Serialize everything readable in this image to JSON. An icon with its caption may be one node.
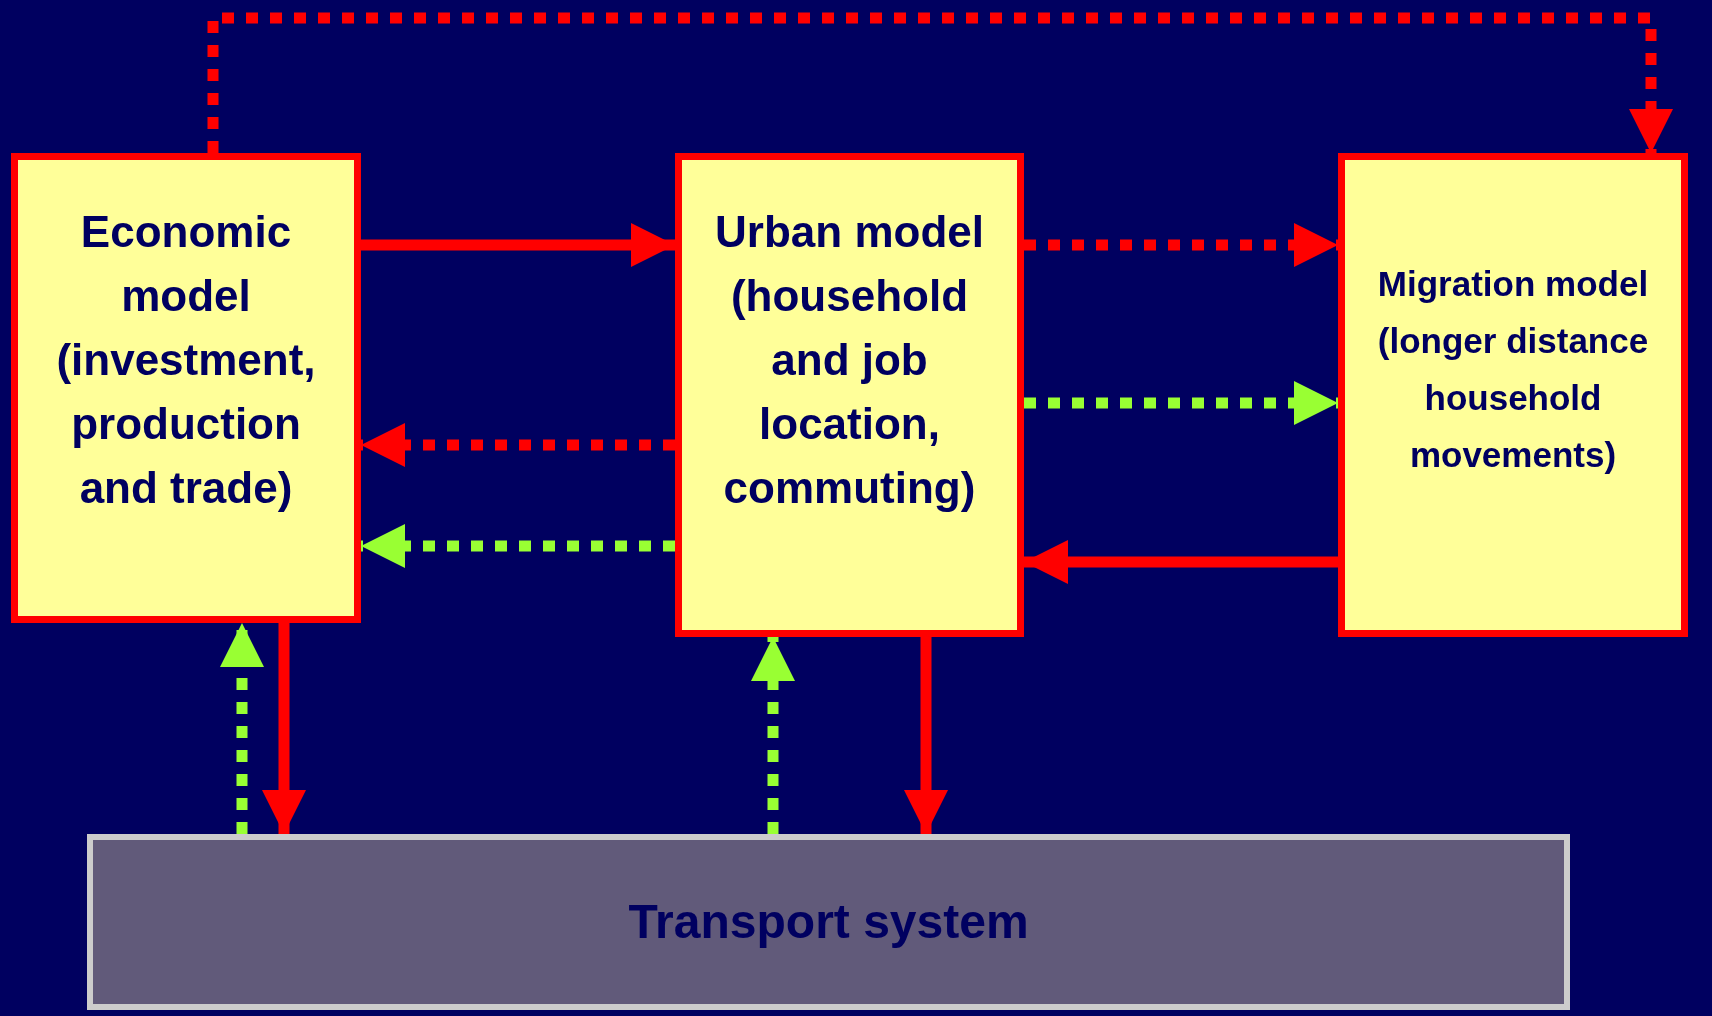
{
  "diagram": {
    "nodes": [
      {
        "text": [
          "Economic model (investment, production and trade)"
        ]
      },
      {
        "text": [
          "Urban model (household and job location, commuting)"
        ]
      },
      {
        "text": [
          "Migration model (longer distance household movements)"
        ]
      },
      {
        "text": [
          "Transport system"
        ]
      }
    ],
    "edges": [
      {
        "from": 0,
        "to": 2,
        "arrow": "to",
        "style": "dashed"
      },
      {
        "from": 0,
        "to": 1,
        "arrow": "to"
      },
      {
        "from": 1,
        "to": 2,
        "arrow": "to",
        "style": "dashed"
      },
      {
        "from": 1,
        "to": 2,
        "arrow": "to",
        "style": "dashed",
        "color": "#99ff33"
      },
      {
        "from": 1,
        "to": 0,
        "arrow": "to",
        "style": "dashed"
      },
      {
        "from": 1,
        "to": 0,
        "arrow": "to",
        "style": "dashed",
        "color": "#99ff33"
      },
      {
        "from": 2,
        "to": 1,
        "arrow": "to"
      },
      {
        "from": 0,
        "to": 3,
        "arrow": "to"
      },
      {
        "from": 3,
        "to": 0,
        "arrow": "to",
        "style": "dashed",
        "color": "#99ff33"
      },
      {
        "from": 3,
        "to": 1,
        "arrow": "to",
        "style": "dashed",
        "color": "#99ff33"
      },
      {
        "from": 1,
        "to": 3,
        "arrow": "to"
      }
    ]
  }
}
